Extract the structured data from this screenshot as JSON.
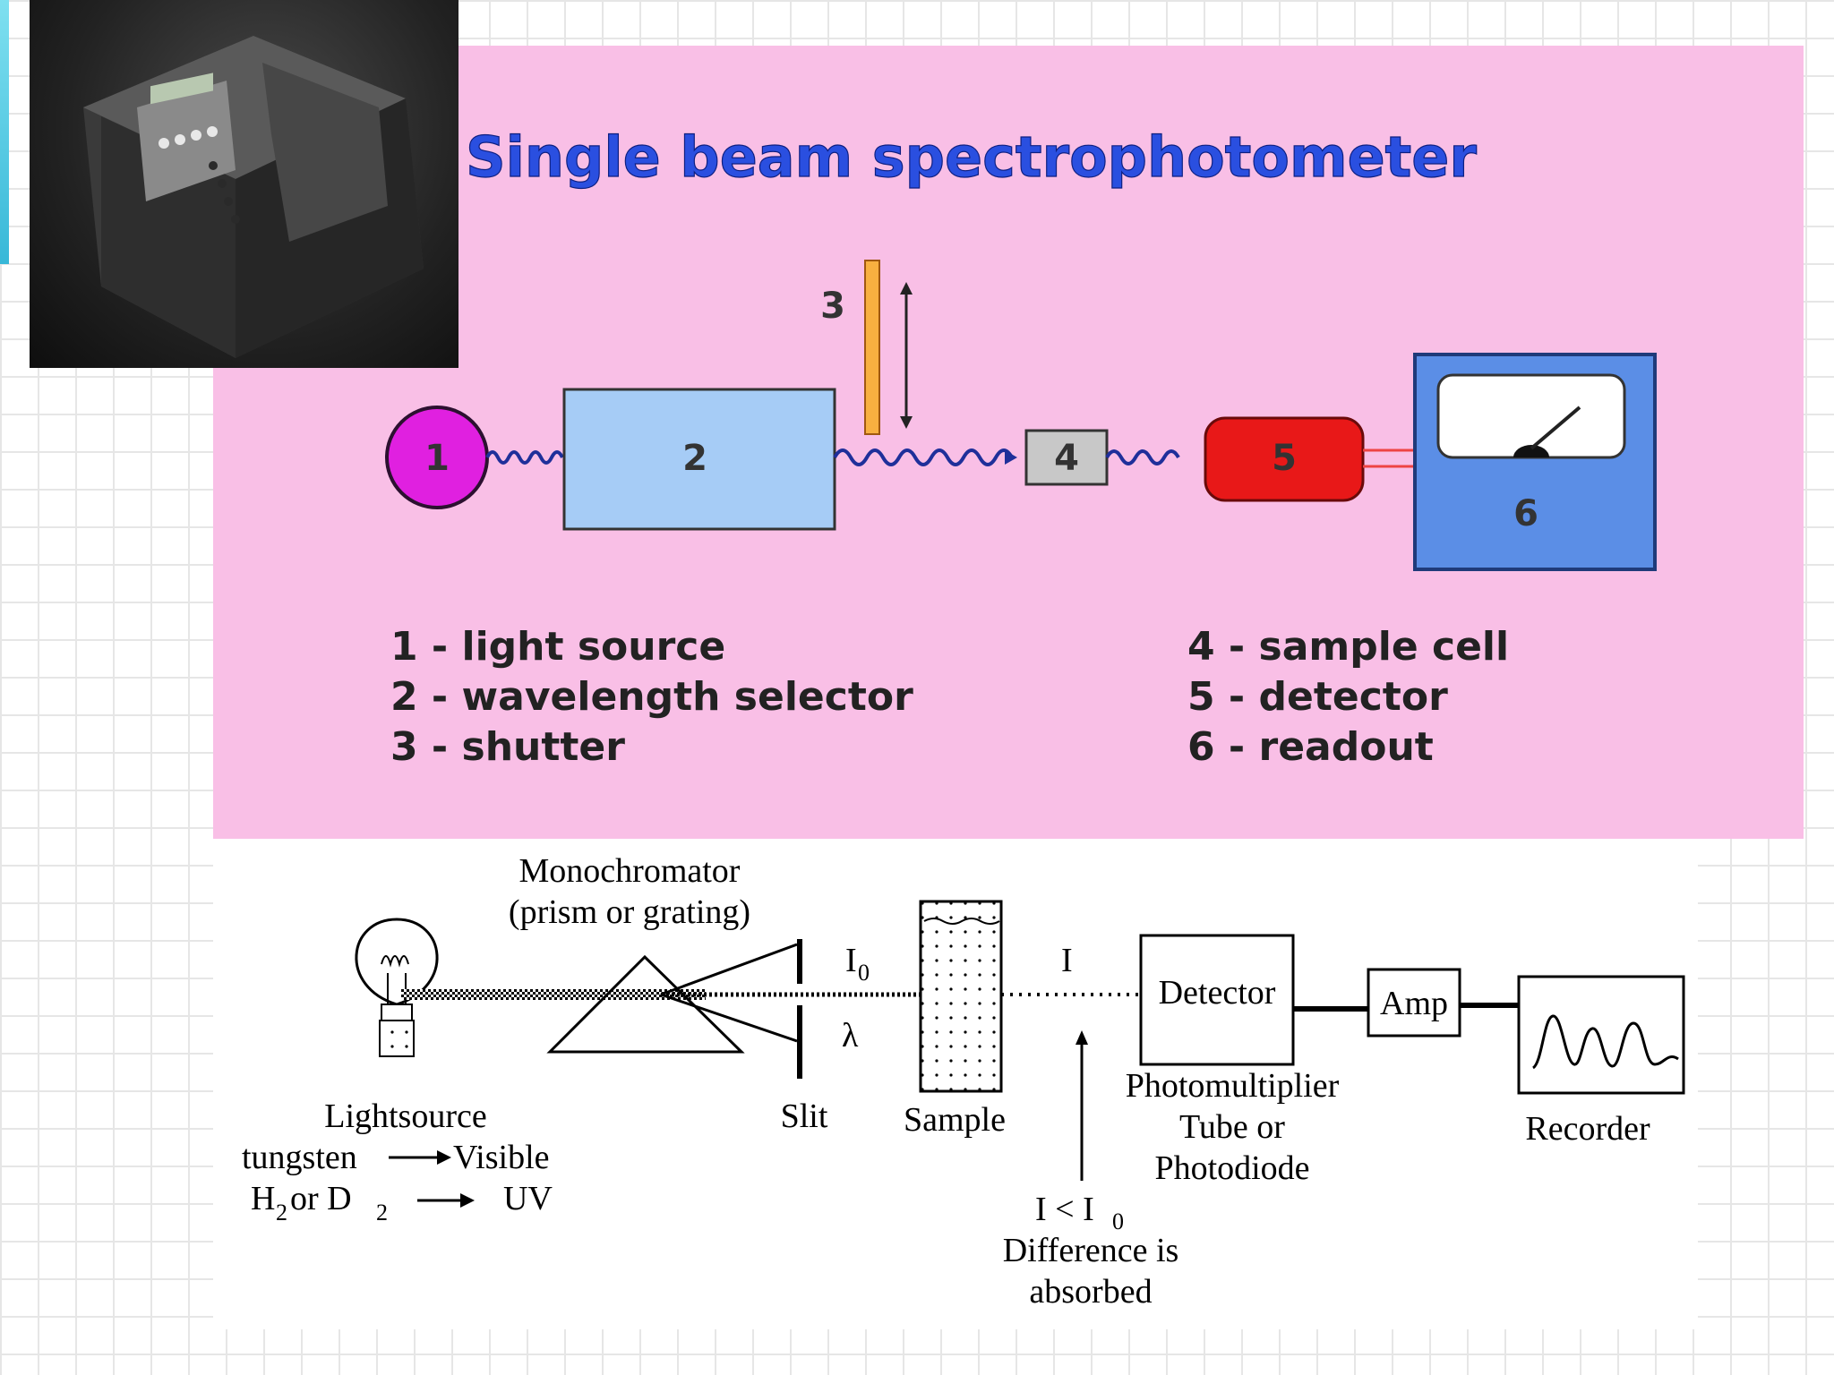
{
  "slide": {
    "title": "Single beam spectrophotometer"
  },
  "components": {
    "c1": "1",
    "c2": "2",
    "c3": "3",
    "c4": "4",
    "c5": "5",
    "c6": "6"
  },
  "legend": {
    "left": [
      "1 - light source",
      "2 - wavelength selector",
      "3 - shutter"
    ],
    "right": [
      "4 - sample cell",
      "5 - detector",
      "6 - readout"
    ]
  },
  "lower_diagram": {
    "monochromator": [
      "Monochromator",
      "(prism or grating)"
    ],
    "i0_label": "I",
    "i0_sub": "0",
    "lambda_label": "λ",
    "i_label": "I",
    "slit": "Slit",
    "sample": "Sample",
    "detector": "Detector",
    "amp": "Amp",
    "recorder": "Recorder",
    "photomultiplier": [
      "Photomultiplier",
      "Tube or",
      "Photodiode"
    ],
    "lightsource": "Lightsource",
    "tungsten": "tungsten",
    "visible": "Visible",
    "h": "H",
    "h_sub": "2",
    "or_d": "or D",
    "d_sub": "2",
    "uv": "UV",
    "i_less_i0": "I < I",
    "i_less_sub": "0",
    "difference": [
      "Difference is",
      "absorbed"
    ]
  },
  "colors": {
    "pink_panel": "#f9bfe6",
    "title_blue": "#2a4fe0",
    "source_magenta": "#e020e0",
    "selector_blue": "#a6ccf6",
    "shutter_orange": "#f8b040",
    "detector_red": "#e81818",
    "readout_blue": "#5b8ee6"
  }
}
